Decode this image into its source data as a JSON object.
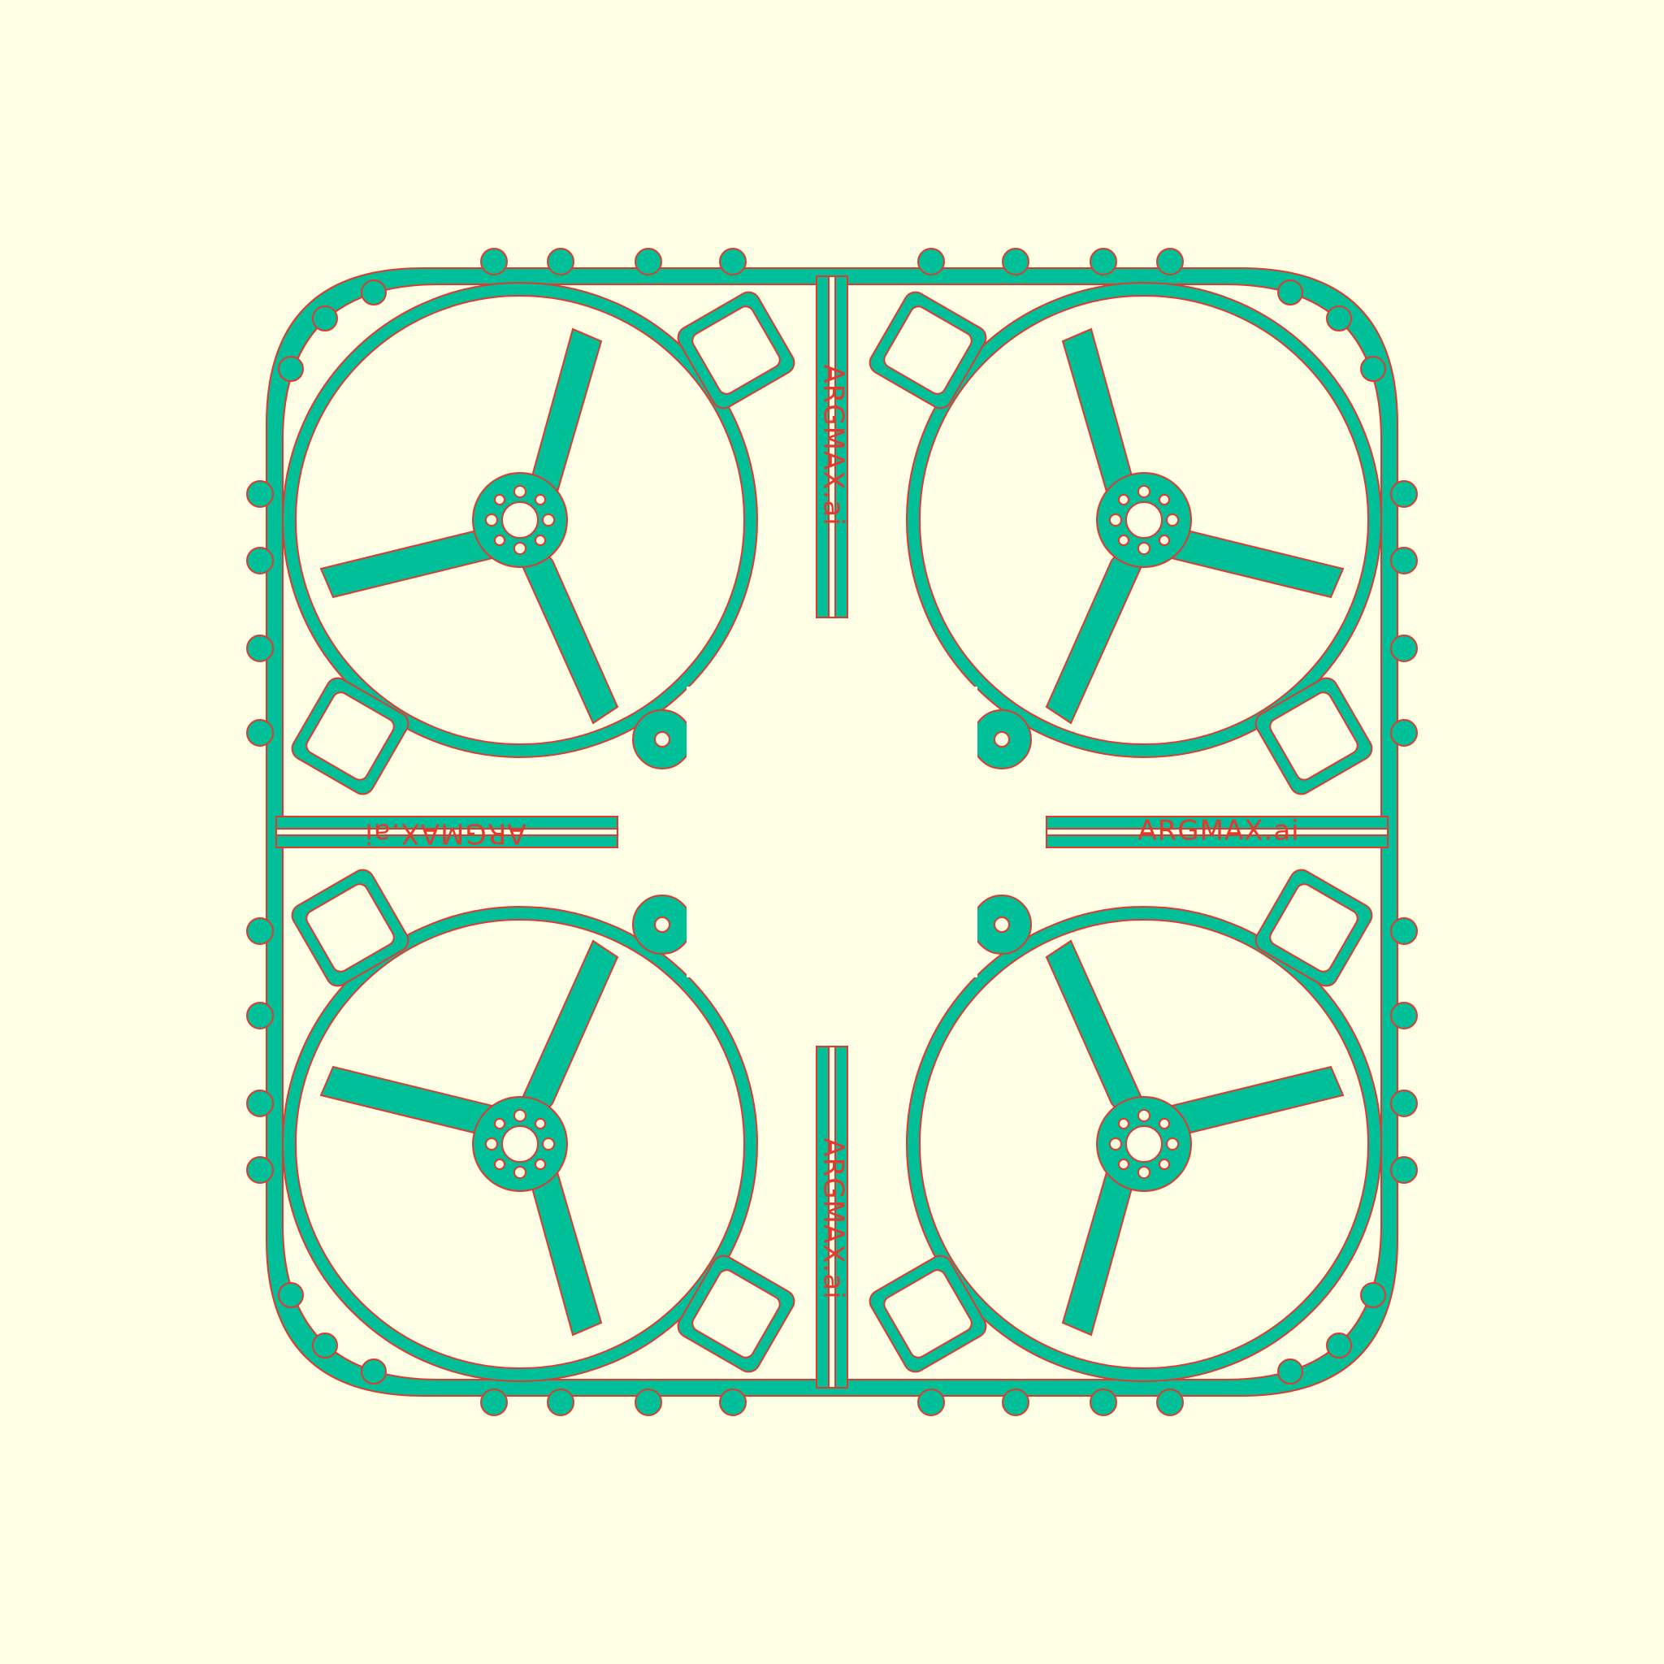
{
  "labels": {
    "top": "ARGMAX.ai",
    "bottom": "ARGMAX.ai",
    "left": "ARGMAX.ai",
    "right": "ARGMAX.ai"
  },
  "colors": {
    "background": "#FFFFE6",
    "material": "#00C09A",
    "outline": "#E03A2E",
    "text": "#E03A2E"
  }
}
